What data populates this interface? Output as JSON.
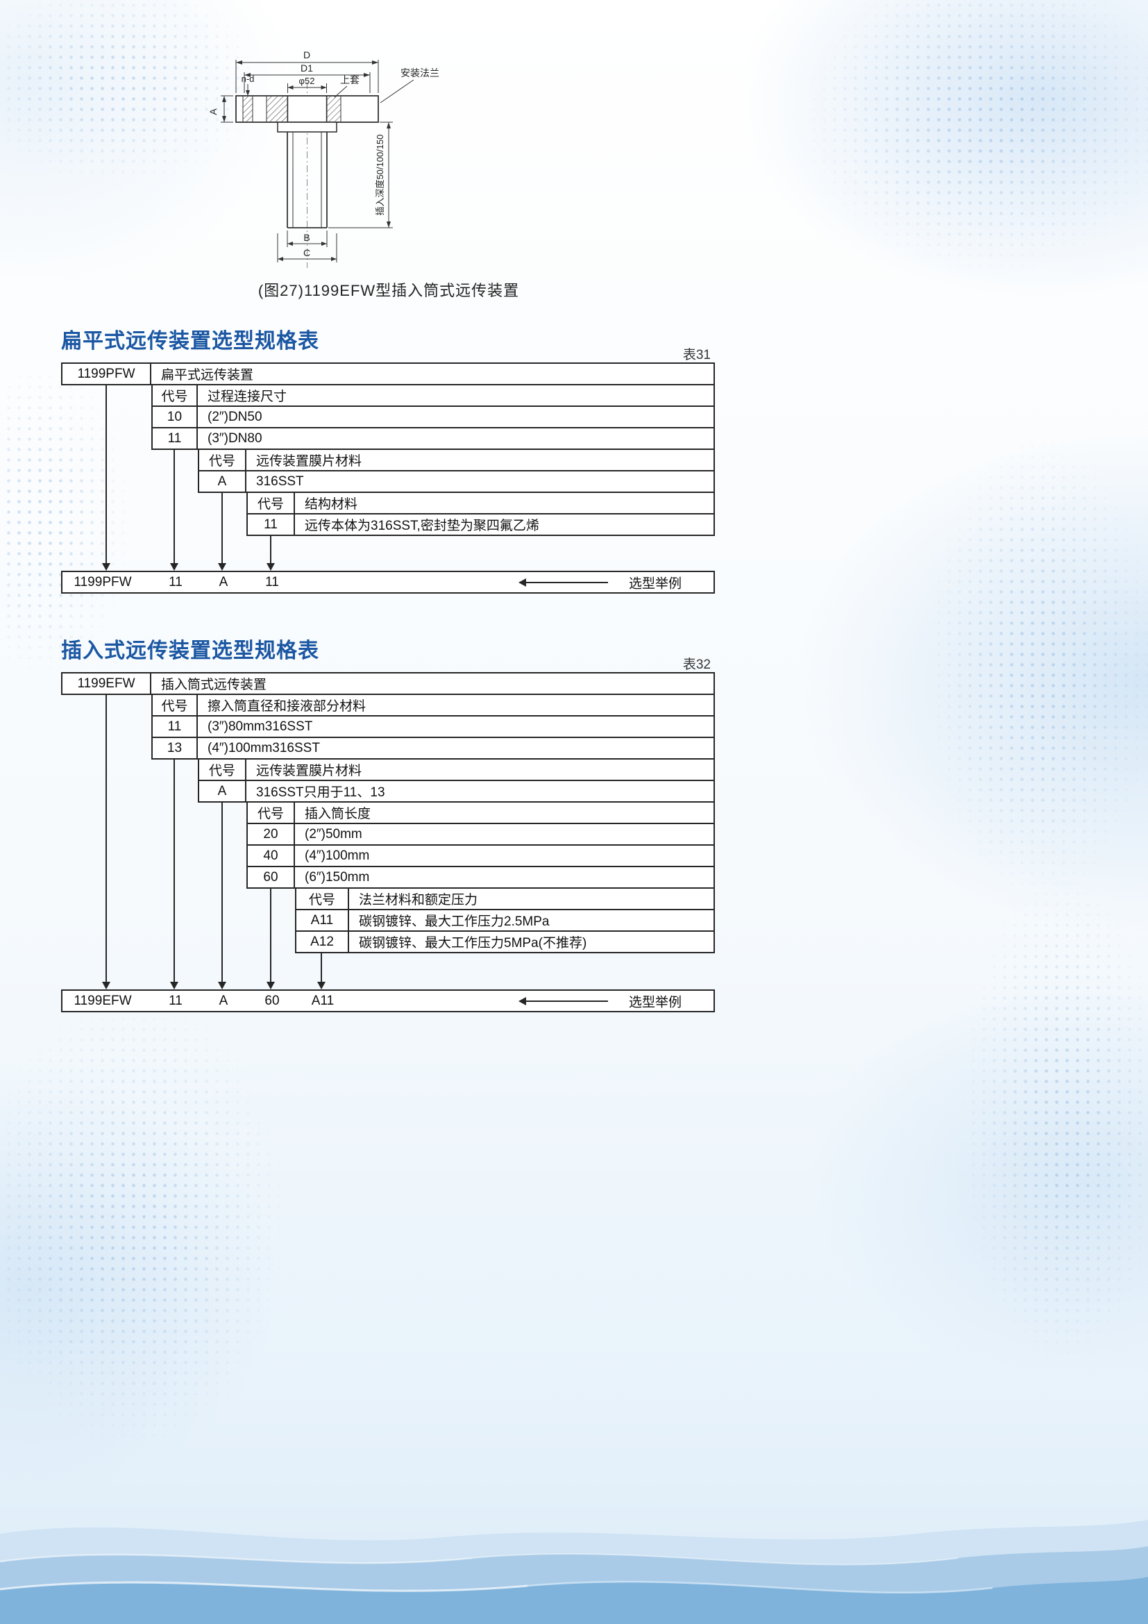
{
  "figure": {
    "caption": "(图27)1199EFW型插入筒式远传装置",
    "labels": {
      "d": "D",
      "d1": "D1",
      "phi": "φ52",
      "nd": "n-d",
      "a": "A",
      "b": "B",
      "c": "C",
      "sleeve": "上套",
      "flange": "安装法兰",
      "depth": "插入深度50/100/150"
    }
  },
  "table31": {
    "title": "扁平式远传装置选型规格表",
    "tag": "表31",
    "rows": [
      {
        "code": "1199PFW",
        "desc": "扁平式远传装置"
      },
      {
        "code": "代号",
        "desc": "过程连接尺寸"
      },
      {
        "code": "10",
        "desc": "(2″)DN50"
      },
      {
        "code": "11",
        "desc": "(3″)DN80"
      },
      {
        "code": "代号",
        "desc": "远传装置膜片材料"
      },
      {
        "code": "A",
        "desc": "316SST"
      },
      {
        "code": "代号",
        "desc": "结构材料"
      },
      {
        "code": "11",
        "desc": "远传本体为316SST,密封垫为聚四氟乙烯"
      }
    ],
    "example": {
      "model": "1199PFW",
      "c1": "11",
      "c2": "A",
      "c3": "11",
      "label": "选型举例"
    }
  },
  "table32": {
    "title": "插入式远传装置选型规格表",
    "tag": "表32",
    "rows": [
      {
        "code": "1199EFW",
        "desc": "插入筒式远传装置"
      },
      {
        "code": "代号",
        "desc": "擦入筒直径和接液部分材料"
      },
      {
        "code": "11",
        "desc": "(3″)80mm316SST"
      },
      {
        "code": "13",
        "desc": "(4″)100mm316SST"
      },
      {
        "code": "代号",
        "desc": "远传装置膜片材料"
      },
      {
        "code": "A",
        "desc": "316SST只用于11、13"
      },
      {
        "code": "代号",
        "desc": "插入筒长度"
      },
      {
        "code": "20",
        "desc": "(2″)50mm"
      },
      {
        "code": "40",
        "desc": "(4″)100mm"
      },
      {
        "code": "60",
        "desc": "(6″)150mm"
      },
      {
        "code": "代号",
        "desc": "法兰材料和额定压力"
      },
      {
        "code": "A11",
        "desc": "碳钢镀锌、最大工作压力2.5MPa"
      },
      {
        "code": "A12",
        "desc": "碳钢镀锌、最大工作压力5MPa(不推荐)"
      }
    ],
    "example": {
      "model": "1199EFW",
      "c1": "11",
      "c2": "A",
      "c3": "60",
      "c4": "A11",
      "label": "选型举例"
    }
  }
}
